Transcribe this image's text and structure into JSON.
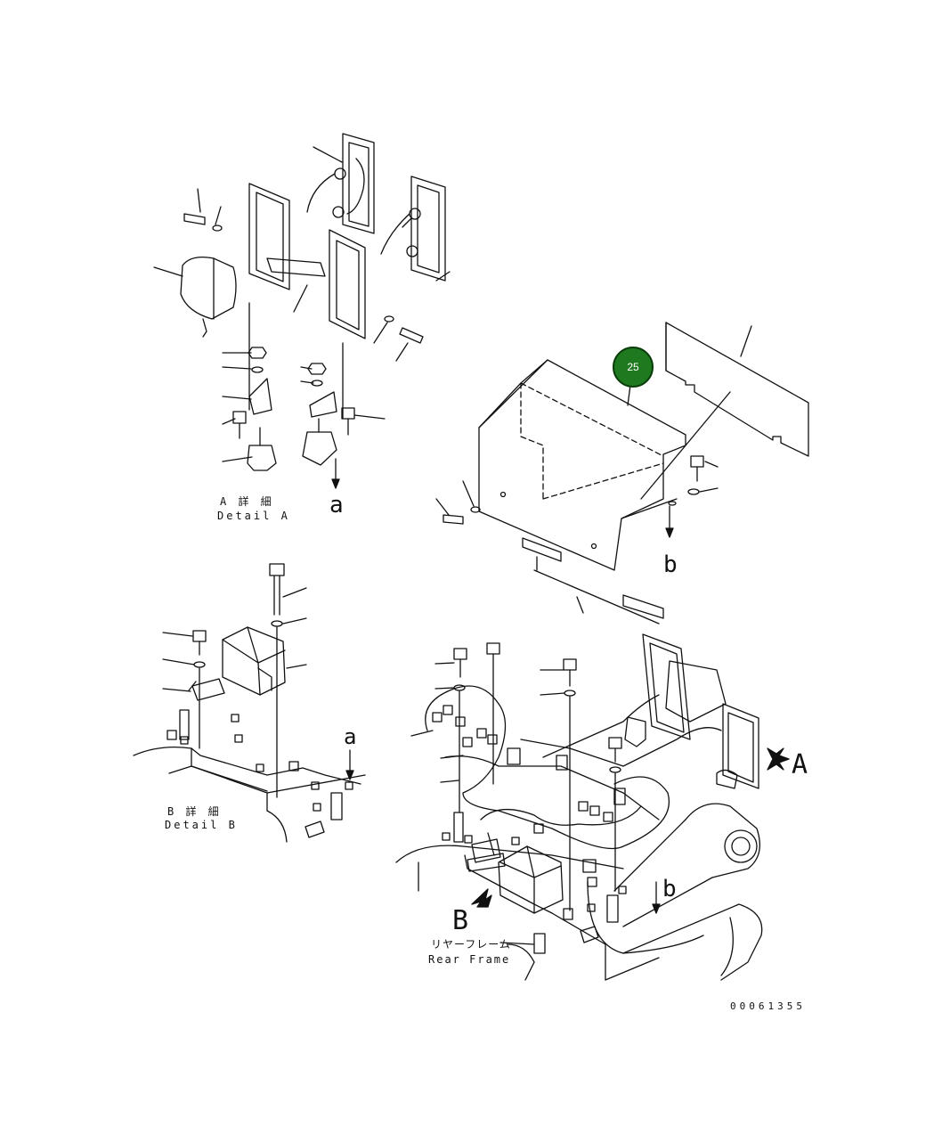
{
  "detail_a": {
    "jp": "A 詳 細",
    "en": "Detail A"
  },
  "detail_b": {
    "jp": "B 詳 細",
    "en": "Detail B"
  },
  "rear_frame": {
    "jp": "リヤーフレーム",
    "en": "Rear Frame"
  },
  "arrow_labels": {
    "a_top": "a",
    "a_mid": "a",
    "b_cover": "b",
    "b_frame": "b",
    "A_view": "A",
    "B_view": "B"
  },
  "callout": {
    "number": "25",
    "color": "#1f7a1f"
  },
  "drawing_number": "00061355"
}
